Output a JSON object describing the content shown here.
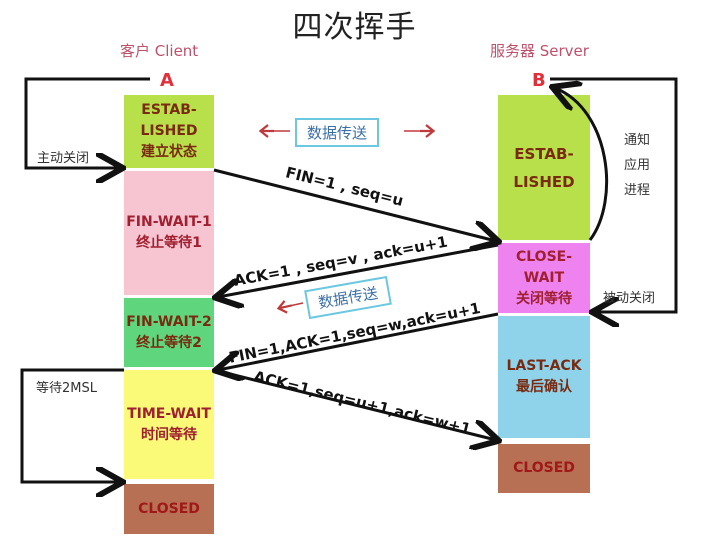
{
  "title": "四次挥手",
  "client": {
    "label": "客户 Client",
    "letter": "A"
  },
  "server": {
    "label": "服务器 Server",
    "letter": "B"
  },
  "client_states": [
    {
      "en": "ESTAB-\nLISHED",
      "zh": "建立状态",
      "color": "#b8e04a",
      "text_color": "#7a2a10"
    },
    {
      "en": "FIN-WAIT-1",
      "zh": "终止等待1",
      "color": "#f7c4d2",
      "text_color": "#a02030"
    },
    {
      "en": "FIN-WAIT-2",
      "zh": "终止等待2",
      "color": "#5fd67e",
      "text_color": "#7a2a10"
    },
    {
      "en": "TIME-WAIT",
      "zh": "时间等待",
      "color": "#fafa78",
      "text_color": "#a02030"
    },
    {
      "en": "CLOSED",
      "zh": "",
      "color": "#b87055",
      "text_color": "#a01818"
    }
  ],
  "server_states": [
    {
      "en": "ESTAB-\nLISHED",
      "zh": "",
      "color": "#b8e04a",
      "text_color": "#7a2a10"
    },
    {
      "en": "CLOSE-WAIT",
      "zh": "关闭等待",
      "color": "#ee82ee",
      "text_color": "#a02030"
    },
    {
      "en": "LAST-ACK",
      "zh": "最后确认",
      "color": "#8fd3ea",
      "text_color": "#7a2a10"
    },
    {
      "en": "CLOSED",
      "zh": "",
      "color": "#b87055",
      "text_color": "#a01818"
    }
  ],
  "notes": {
    "active_close": "主动关闭",
    "passive_close": "被动关闭",
    "notify_app": "通知\n应用\n进程",
    "wait_2msl": "等待2MSL"
  },
  "data_transfer": [
    "数据传送",
    "数据传送"
  ],
  "messages": [
    {
      "text": "FIN=1 , seq=u",
      "direction": "client-to-server"
    },
    {
      "text": "ACK=1 , seq=v , ack=u+1",
      "direction": "server-to-client"
    },
    {
      "text": "FIN=1,ACK=1,seq=w,ack=u+1",
      "direction": "server-to-client"
    },
    {
      "text": "ACK=1,seq=u+1,ack=w+1",
      "direction": "client-to-server"
    }
  ]
}
